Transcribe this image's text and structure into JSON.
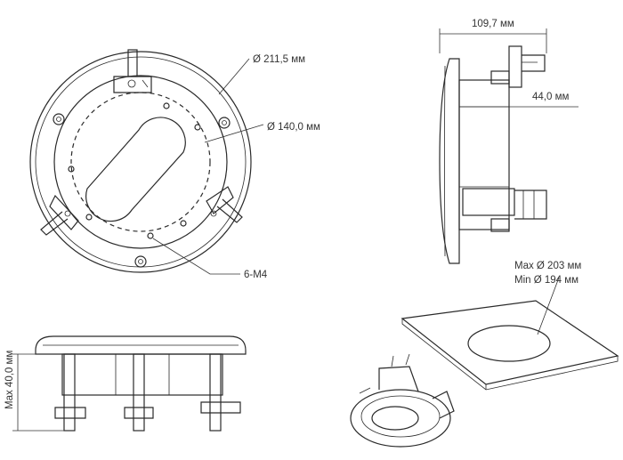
{
  "diagram": {
    "top_view": {
      "outer_diameter_label": "Ø 211,5 мм",
      "inner_diameter_label": "Ø  140,0 мм",
      "screw_label": "6-M4"
    },
    "side_view_right": {
      "depth_label": "109,7 мм",
      "offset_label": "44,0 мм"
    },
    "side_view_bottom": {
      "height_label": "Max 40,0 мм"
    },
    "install_view": {
      "cutout_max_label": "Max Ø 203 мм",
      "cutout_min_label": "Min Ø  194 мм"
    }
  }
}
